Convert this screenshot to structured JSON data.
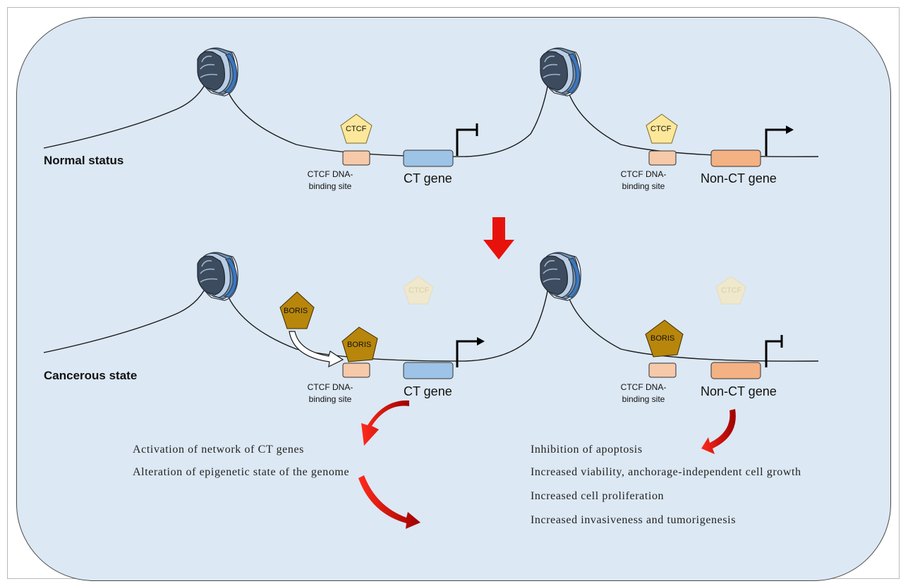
{
  "normal": {
    "state_label": "Normal status",
    "ctcf_left": "CTCF",
    "ctcf_right": "CTCF",
    "site_left": "CTCF DNA-\nbinding site",
    "site_right": "CTCF DNA-\nbinding site",
    "gene_left": "CT gene",
    "gene_right": "Non-CT gene"
  },
  "cancer": {
    "state_label": "Cancerous state",
    "ctcf_faded_left": "CTCF",
    "ctcf_faded_right": "CTCF",
    "boris_free": "BORIS",
    "boris_bound_left": "BORIS",
    "boris_bound_right": "BORIS",
    "site_left": "CTCF DNA-\nbinding site",
    "site_right": "CTCF DNA-\nbinding site",
    "gene_left": "CT gene",
    "gene_right": "Non-CT gene"
  },
  "effects_left": [
    "Activation of network of CT genes",
    "Alteration of epigenetic state of the genome"
  ],
  "effects_right": [
    "Inhibition of apoptosis",
    "Increased viability, anchorage-independent cell growth",
    "Increased cell proliferation",
    "Increased invasiveness and tumorigenesis"
  ],
  "colors": {
    "panel_bg": "#dce8f3",
    "ctcf_fill": "#fde79a",
    "ctcf_faded_fill": "#efe8cc",
    "boris_fill": "#b8860b",
    "binding_site_fill": "#f6c9a9",
    "ct_gene_fill": "#9dc3e6",
    "non_ct_gene_fill": "#f4b183",
    "transition_arrow": "#e8120c",
    "curved_arrow": "#c00000"
  }
}
